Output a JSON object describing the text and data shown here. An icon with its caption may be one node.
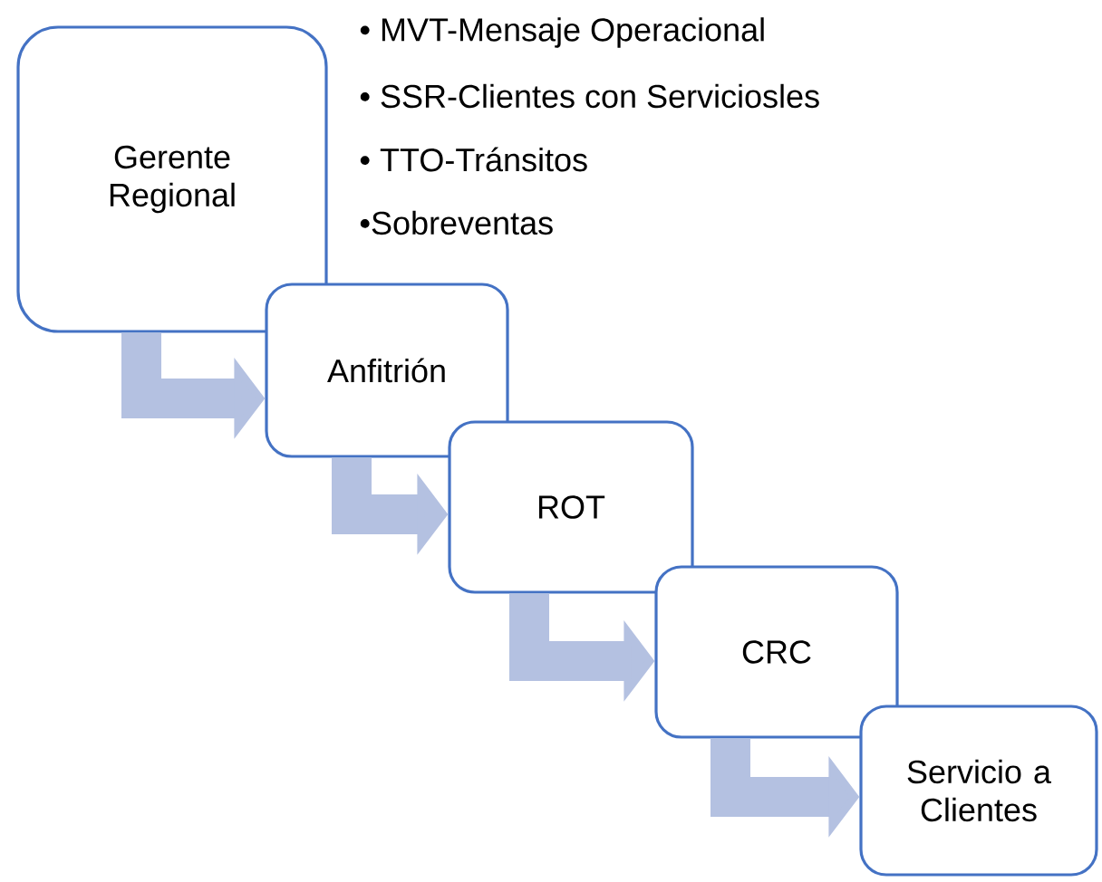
{
  "diagram": {
    "nodes": [
      {
        "text": [
          "Gerente Regional"
        ]
      },
      {
        "text": [
          "Anfitrión"
        ]
      },
      {
        "text": [
          "ROT"
        ]
      },
      {
        "text": [
          "CRC"
        ]
      },
      {
        "text": [
          "Servicio a Clientes"
        ]
      }
    ],
    "edges": [
      {
        "from": 0,
        "to": 1,
        "arrow": "to"
      },
      {
        "from": 1,
        "to": 2,
        "arrow": "to"
      },
      {
        "from": 2,
        "to": 3,
        "arrow": "to"
      },
      {
        "from": 3,
        "to": 4,
        "arrow": "to"
      }
    ],
    "labels": [
      "• MVT-Mensaje Operacional",
      "• SSR-Clientes con Serviciosles",
      "• TTO-Tránsitos",
      "•Sobreventas"
    ]
  }
}
